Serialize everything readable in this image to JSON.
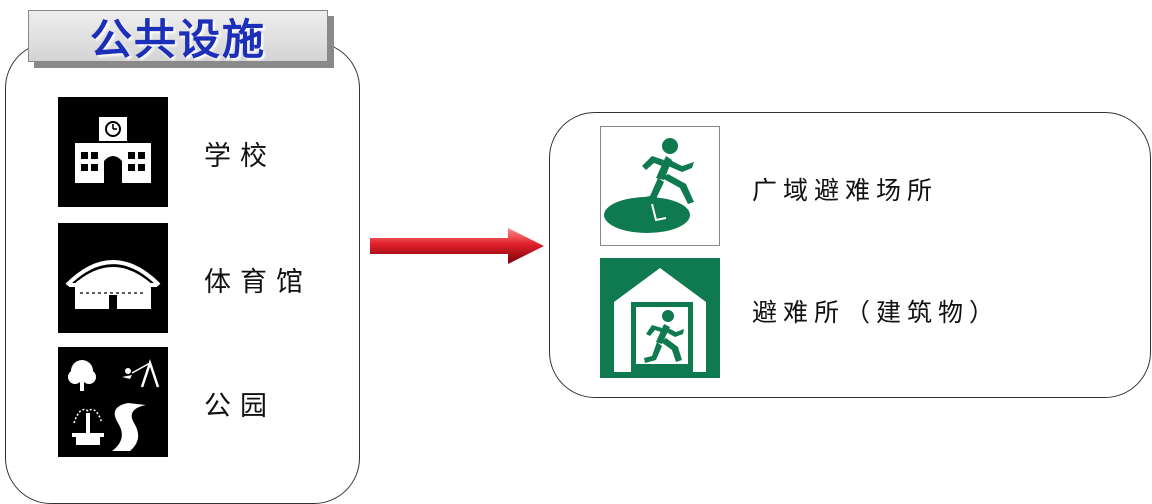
{
  "title": "公共设施",
  "facilities": [
    {
      "label": "学校",
      "icon": "school-icon"
    },
    {
      "label": "体育馆",
      "icon": "gymnasium-icon"
    },
    {
      "label": "公园",
      "icon": "park-icon"
    }
  ],
  "evacuation": [
    {
      "label": "广域避难场所",
      "icon": "wide-area-evacuation-icon"
    },
    {
      "label": "避难所（建筑物）",
      "icon": "evacuation-shelter-icon"
    }
  ],
  "colors": {
    "title_text": "#1c2fb8",
    "arrow": "#e0202a",
    "sign_green": "#0f7a50"
  }
}
